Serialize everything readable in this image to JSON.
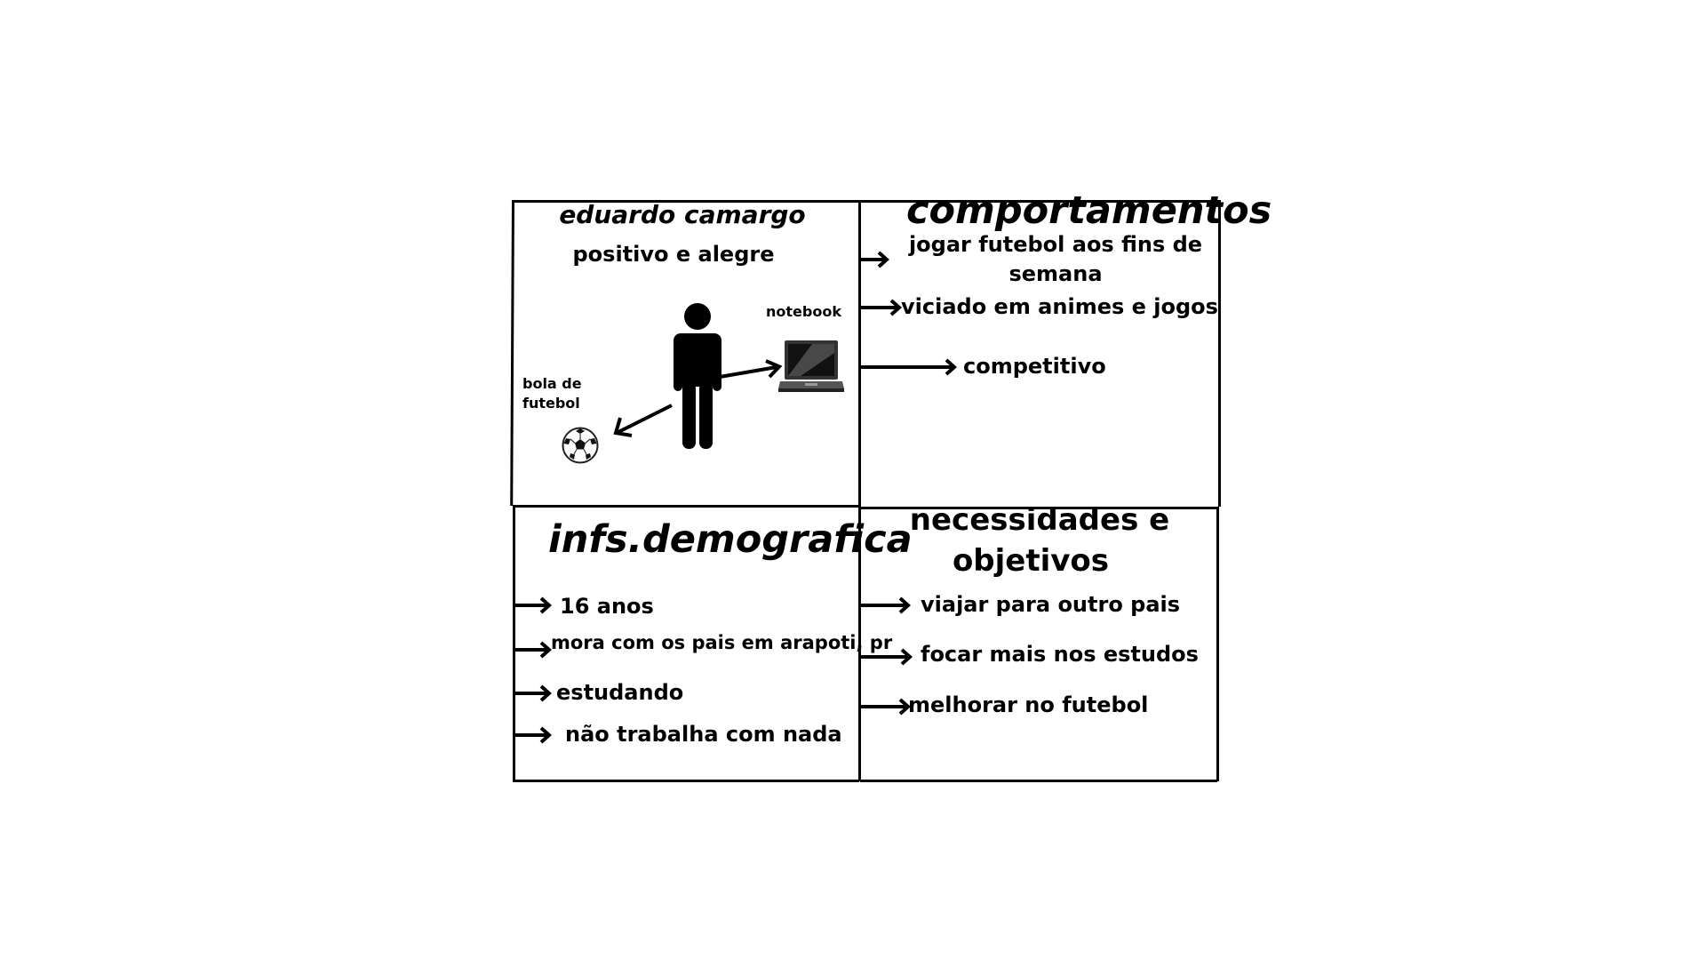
{
  "profile": {
    "name": "eduardo camargo",
    "trait": "positivo e alegre",
    "notebook_label": "notebook",
    "ball_label_line1": "bola de",
    "ball_label_line2": "futebol"
  },
  "behaviors": {
    "title": "comportamentos",
    "items": [
      "jogar futebol aos fins de",
      "semana",
      "viciado em animes e jogos",
      "competitivo"
    ]
  },
  "demographics": {
    "title": "infs.demografica",
    "items": [
      "16 anos",
      "mora com os pais em arapoti, pr",
      "estudando",
      "não trabalha com nada"
    ]
  },
  "goals": {
    "title_line1": "necessidades e",
    "title_line2": "objetivos",
    "items": [
      "viajar para outro pais",
      "focar mais nos estudos",
      "melhorar no futebol"
    ]
  },
  "icons": {
    "person": "person-icon",
    "laptop": "laptop-icon",
    "ball": "soccer-ball-icon",
    "arrow": "arrow-right-icon"
  }
}
